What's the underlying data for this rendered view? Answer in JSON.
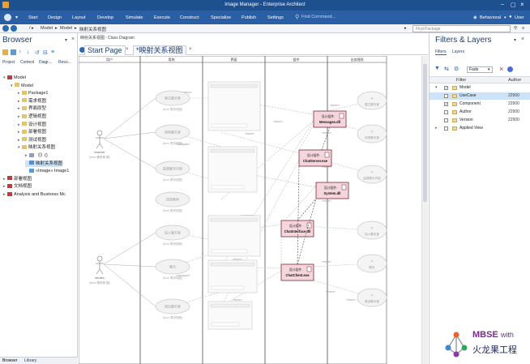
{
  "window": {
    "title": "Image Manager - Enterprise Architect"
  },
  "menu": {
    "items": [
      "Start",
      "Design",
      "Layout",
      "Develop",
      "Simulate",
      "Execute",
      "Construct",
      "Specialize",
      "Publish",
      "Settings"
    ],
    "search_placeholder": "Find Command...",
    "workspace": "Behavioral",
    "user": "User"
  },
  "breadcrumb": {
    "parts": [
      "Model",
      "Model",
      "映射关系视图"
    ],
    "find_placeholder": "Find Package"
  },
  "browser": {
    "title": "Browser",
    "tabs": [
      "Project",
      "Context",
      "Diagr...",
      "Reso..."
    ],
    "tree": [
      {
        "label": "Model",
        "indent": 0,
        "twisty": "▾",
        "icon": "model"
      },
      {
        "label": "Model",
        "indent": 1,
        "twisty": "▾",
        "icon": "pkg"
      },
      {
        "label": "Package1",
        "indent": 2,
        "twisty": "▸",
        "icon": "pkg"
      },
      {
        "label": "需求视图",
        "indent": 2,
        "twisty": "▸",
        "icon": "pkg"
      },
      {
        "label": "界面原型",
        "indent": 2,
        "twisty": "▸",
        "icon": "pkg"
      },
      {
        "label": "逻辑视图",
        "indent": 2,
        "twisty": "▸",
        "icon": "pkg"
      },
      {
        "label": "设计视图",
        "indent": 2,
        "twisty": "▸",
        "icon": "pkg"
      },
      {
        "label": "部署视图",
        "indent": 2,
        "twisty": "▸",
        "icon": "pkg"
      },
      {
        "label": "测试视图",
        "indent": 2,
        "twisty": "▸",
        "icon": "pkg"
      },
      {
        "label": "映射关系视图",
        "indent": 2,
        "twisty": "▾",
        "icon": "pkg"
      },
      {
        "label": "《》()",
        "indent": 3,
        "twisty": "▸",
        "icon": "elem"
      },
      {
        "label": "映射关系视图",
        "indent": 3,
        "twisty": "",
        "icon": "diagram",
        "selected": true
      },
      {
        "label": "«Image» Image1",
        "indent": 3,
        "twisty": "",
        "icon": "image"
      },
      {
        "label": "部署视图",
        "indent": 0,
        "twisty": "▸",
        "icon": "model"
      },
      {
        "label": "文档视图",
        "indent": 0,
        "twisty": "▸",
        "icon": "model"
      },
      {
        "label": "Analysis and Business Mc",
        "indent": 0,
        "twisty": "▸",
        "icon": "model"
      }
    ],
    "bottom_tabs": [
      "Browser",
      "Library"
    ]
  },
  "diagram": {
    "title": "映射关系视图 : Class Diagram",
    "tabs": [
      "Start Page",
      "*映射关系视图"
    ],
    "lanes": [
      "用户",
      "用例",
      "界面",
      "组件",
      "业务规则"
    ],
    "actors": [
      {
        "name": "teacher",
        "sub": "(from\n需求视\n图)"
      },
      {
        "name": "sindex",
        "sub": "(from\n需求视\n图)"
      }
    ],
    "usecases": [
      "建立聊天室",
      "则则聊天室",
      "监视聊天内容",
      "回答教师",
      "加入聊天室",
      "聊天",
      "退出聊天室"
    ],
    "usecase_sub": "(from 需求视图)",
    "rules": [
      "建立聊天室",
      "则则聊天室",
      "监视聊天内容",
      "加入聊天室",
      "聊天",
      "退出聊天室"
    ],
    "components": [
      {
        "stereo": "设计组件:",
        "name": "Messages.dll"
      },
      {
        "stereo": "设计组件:",
        "name": "ChatServer.exe"
      },
      {
        "stereo": "设计组件:",
        "name": "System.dll"
      },
      {
        "stereo": "设计组件:",
        "name": "ChatInterface.dll"
      },
      {
        "stereo": "设计组件:",
        "name": "ChatClient.exe"
      }
    ],
    "trace": "«trace»",
    "navigate": "«navigate»"
  },
  "filters": {
    "title": "Filters & Layers",
    "tabs": [
      "Filters",
      "Layers"
    ],
    "fade": "Fade",
    "col_filter": "Filter",
    "col_author": "Author",
    "rows": [
      {
        "name": "Model",
        "author": "",
        "checked": true,
        "indent": 0
      },
      {
        "name": "UseCase",
        "author": "22900",
        "checked": false,
        "indent": 1,
        "selected": true
      },
      {
        "name": "Component",
        "author": "22900",
        "checked": true,
        "indent": 1
      },
      {
        "name": "Author",
        "author": "22900",
        "checked": false,
        "indent": 1
      },
      {
        "name": "Version",
        "author": "22900",
        "checked": false,
        "indent": 1
      },
      {
        "name": "Applied View",
        "author": "",
        "checked": false,
        "indent": 0
      }
    ]
  },
  "logo": {
    "brand": "MBSE",
    "with": "with",
    "tagline": "火龙果工程"
  },
  "colors": {
    "titlebar": "#1e4f8e",
    "ribbon": "#2a5fa5",
    "component_fill": "#f5d6dc",
    "component_border": "#7a2a3a",
    "faded": "#c8c8c8"
  }
}
